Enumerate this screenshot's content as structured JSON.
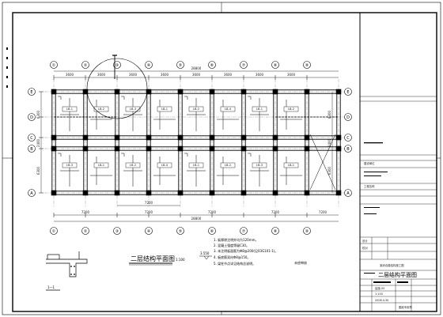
{
  "drawing": {
    "title": "二层结构平面图",
    "scale": "1:100",
    "elevation": "3.550",
    "section_label": "1—1",
    "axis_top": [
      "①",
      "②",
      "③",
      "④",
      "⑤",
      "⑥",
      "⑦",
      "⑧",
      "⑨"
    ],
    "axis_left": [
      "E",
      "D",
      "C",
      "B",
      "A"
    ],
    "dims_top": [
      "3600",
      "3600",
      "3600",
      "3600",
      "3600",
      "3600",
      "3600",
      "3600"
    ],
    "dims_bottom": [
      "7200",
      "7200",
      "7200",
      "7200",
      "7200"
    ],
    "dim_total": "28800",
    "dims_left": [
      "6300",
      "2400",
      "6300"
    ],
    "mid_dim": "7200",
    "slab_labels": [
      "LB-1",
      "LB-2",
      "LB-3",
      "LB-1",
      "LB-2",
      "LB-4",
      "LB-1",
      "LB-2",
      "LB-3",
      "LB-1",
      "LB-2",
      "LB-4"
    ],
    "notes": [
      "1. 板厚除注明外均为120mm。",
      "2. 混凝土强度等级C30。",
      "3. 未注明板面筋为Φ8@200(见03G101-1)。",
      "4. 板底筋双向Φ8@150。",
      "5. 梁柱节点详见结构总说明。"
    ],
    "stamp": "未经审核"
  },
  "titleblock": {
    "rows_top": [
      "建设单位",
      "工程名称",
      "设计",
      "校对"
    ],
    "project_name": "某综合楼结构施工图",
    "drawing_name": "二层结构平面图",
    "drawing_no": "结施-05",
    "scale_value": "1:100",
    "date": "2008.4.30",
    "seal_text": "图纸专用章"
  }
}
